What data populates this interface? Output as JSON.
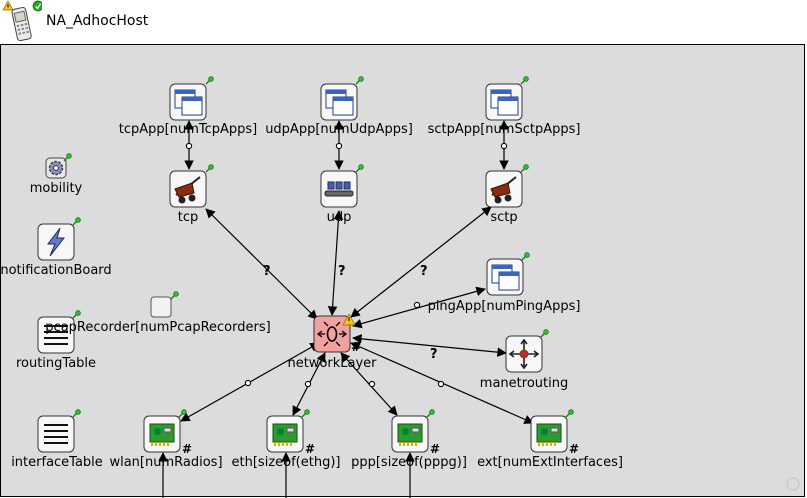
{
  "window": {
    "title": "NA_AdhocHost"
  },
  "modules": {
    "tcpApp": {
      "label": "tcpApp[numTcpApps]"
    },
    "udpApp": {
      "label": "udpApp[numUdpApps]"
    },
    "sctpApp": {
      "label": "sctpApp[numSctpApps]"
    },
    "tcp": {
      "label": "tcp"
    },
    "udp": {
      "label": "udp"
    },
    "sctp": {
      "label": "sctp"
    },
    "mobility": {
      "label": "mobility"
    },
    "notificationBoard": {
      "label": "notificationBoard"
    },
    "pcapRecorder": {
      "label": "pcapRecorder[numPcapRecorders]"
    },
    "routingTable": {
      "label": "routingTable"
    },
    "interfaceTable": {
      "label": "interfaceTable"
    },
    "networkLayer": {
      "label": "networkLayer"
    },
    "pingApp": {
      "label": "pingApp[numPingApps]"
    },
    "manetrouting": {
      "label": "manetrouting"
    },
    "wlan": {
      "label": "wlan[numRadios]"
    },
    "eth": {
      "label": "eth[sizeof(ethg)]"
    },
    "ppp": {
      "label": "ppp[sizeof(pppg)]"
    },
    "ext": {
      "label": "ext[numExtInterfaces]"
    }
  },
  "connection_marks": {
    "unknown_gate": "?",
    "vector_marker": "#"
  },
  "colors": {
    "canvas": "#dcdcdc",
    "network_layer": "#f2a0a0",
    "nic_board": "#2f9a2f"
  }
}
